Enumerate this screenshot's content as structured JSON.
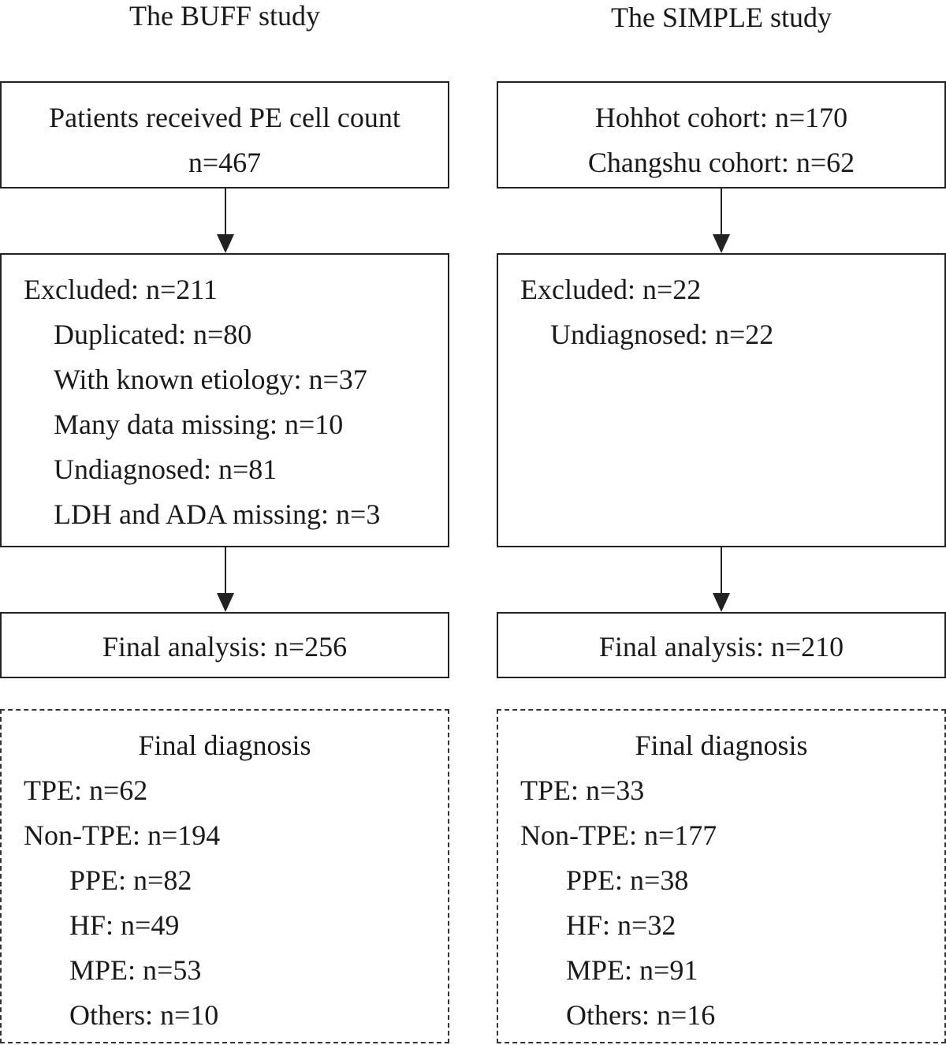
{
  "buff": {
    "title": "The BUFF study",
    "box1": {
      "line1": "Patients received PE cell count",
      "line2": "n=467"
    },
    "excluded": {
      "header": "Excluded: n=211",
      "items": [
        "Duplicated: n=80",
        "With known etiology: n=37",
        "Many data missing: n=10",
        "Undiagnosed: n=81",
        "LDH and ADA missing: n=3"
      ]
    },
    "final_analysis": "Final analysis: n=256",
    "diagnosis": {
      "header": "Final diagnosis",
      "tpe": "TPE: n=62",
      "non_tpe": "Non-TPE: n=194",
      "subitems": [
        "PPE: n=82",
        "HF: n=49",
        "MPE: n=53",
        "Others: n=10"
      ]
    }
  },
  "simple": {
    "title": "The SIMPLE study",
    "box1": {
      "line1": "Hohhot cohort: n=170",
      "line2": "Changshu cohort: n=62"
    },
    "excluded": {
      "header": "Excluded: n=22",
      "items": [
        "Undiagnosed: n=22"
      ]
    },
    "final_analysis": "Final analysis: n=210",
    "diagnosis": {
      "header": "Final diagnosis",
      "tpe": "TPE: n=33",
      "non_tpe": "Non-TPE: n=177",
      "subitems": [
        "PPE: n=38",
        "HF: n=32",
        "MPE: n=91",
        "Others: n=16"
      ]
    }
  }
}
